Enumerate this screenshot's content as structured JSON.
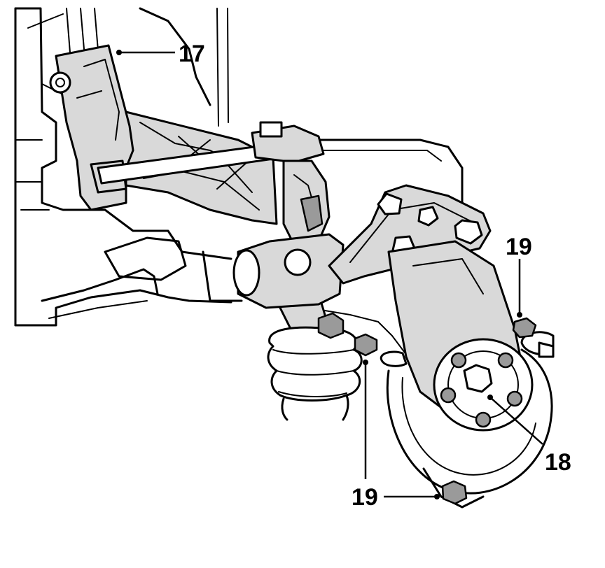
{
  "callouts": [
    {
      "id": "c17",
      "label": "17"
    },
    {
      "id": "c18",
      "label": "18"
    },
    {
      "id": "c19a",
      "label": "19"
    },
    {
      "id": "c19b",
      "label": "19"
    }
  ]
}
